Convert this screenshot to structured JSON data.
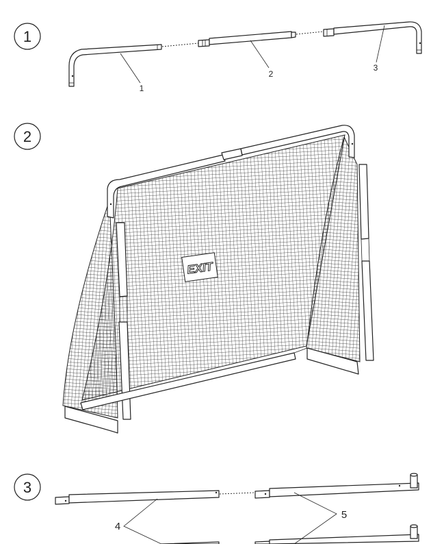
{
  "steps": [
    {
      "number": "1",
      "parts": [
        "1",
        "2",
        "3"
      ]
    },
    {
      "number": "2",
      "logo": "EXIT"
    },
    {
      "number": "3",
      "parts": [
        "4",
        "5"
      ]
    }
  ]
}
